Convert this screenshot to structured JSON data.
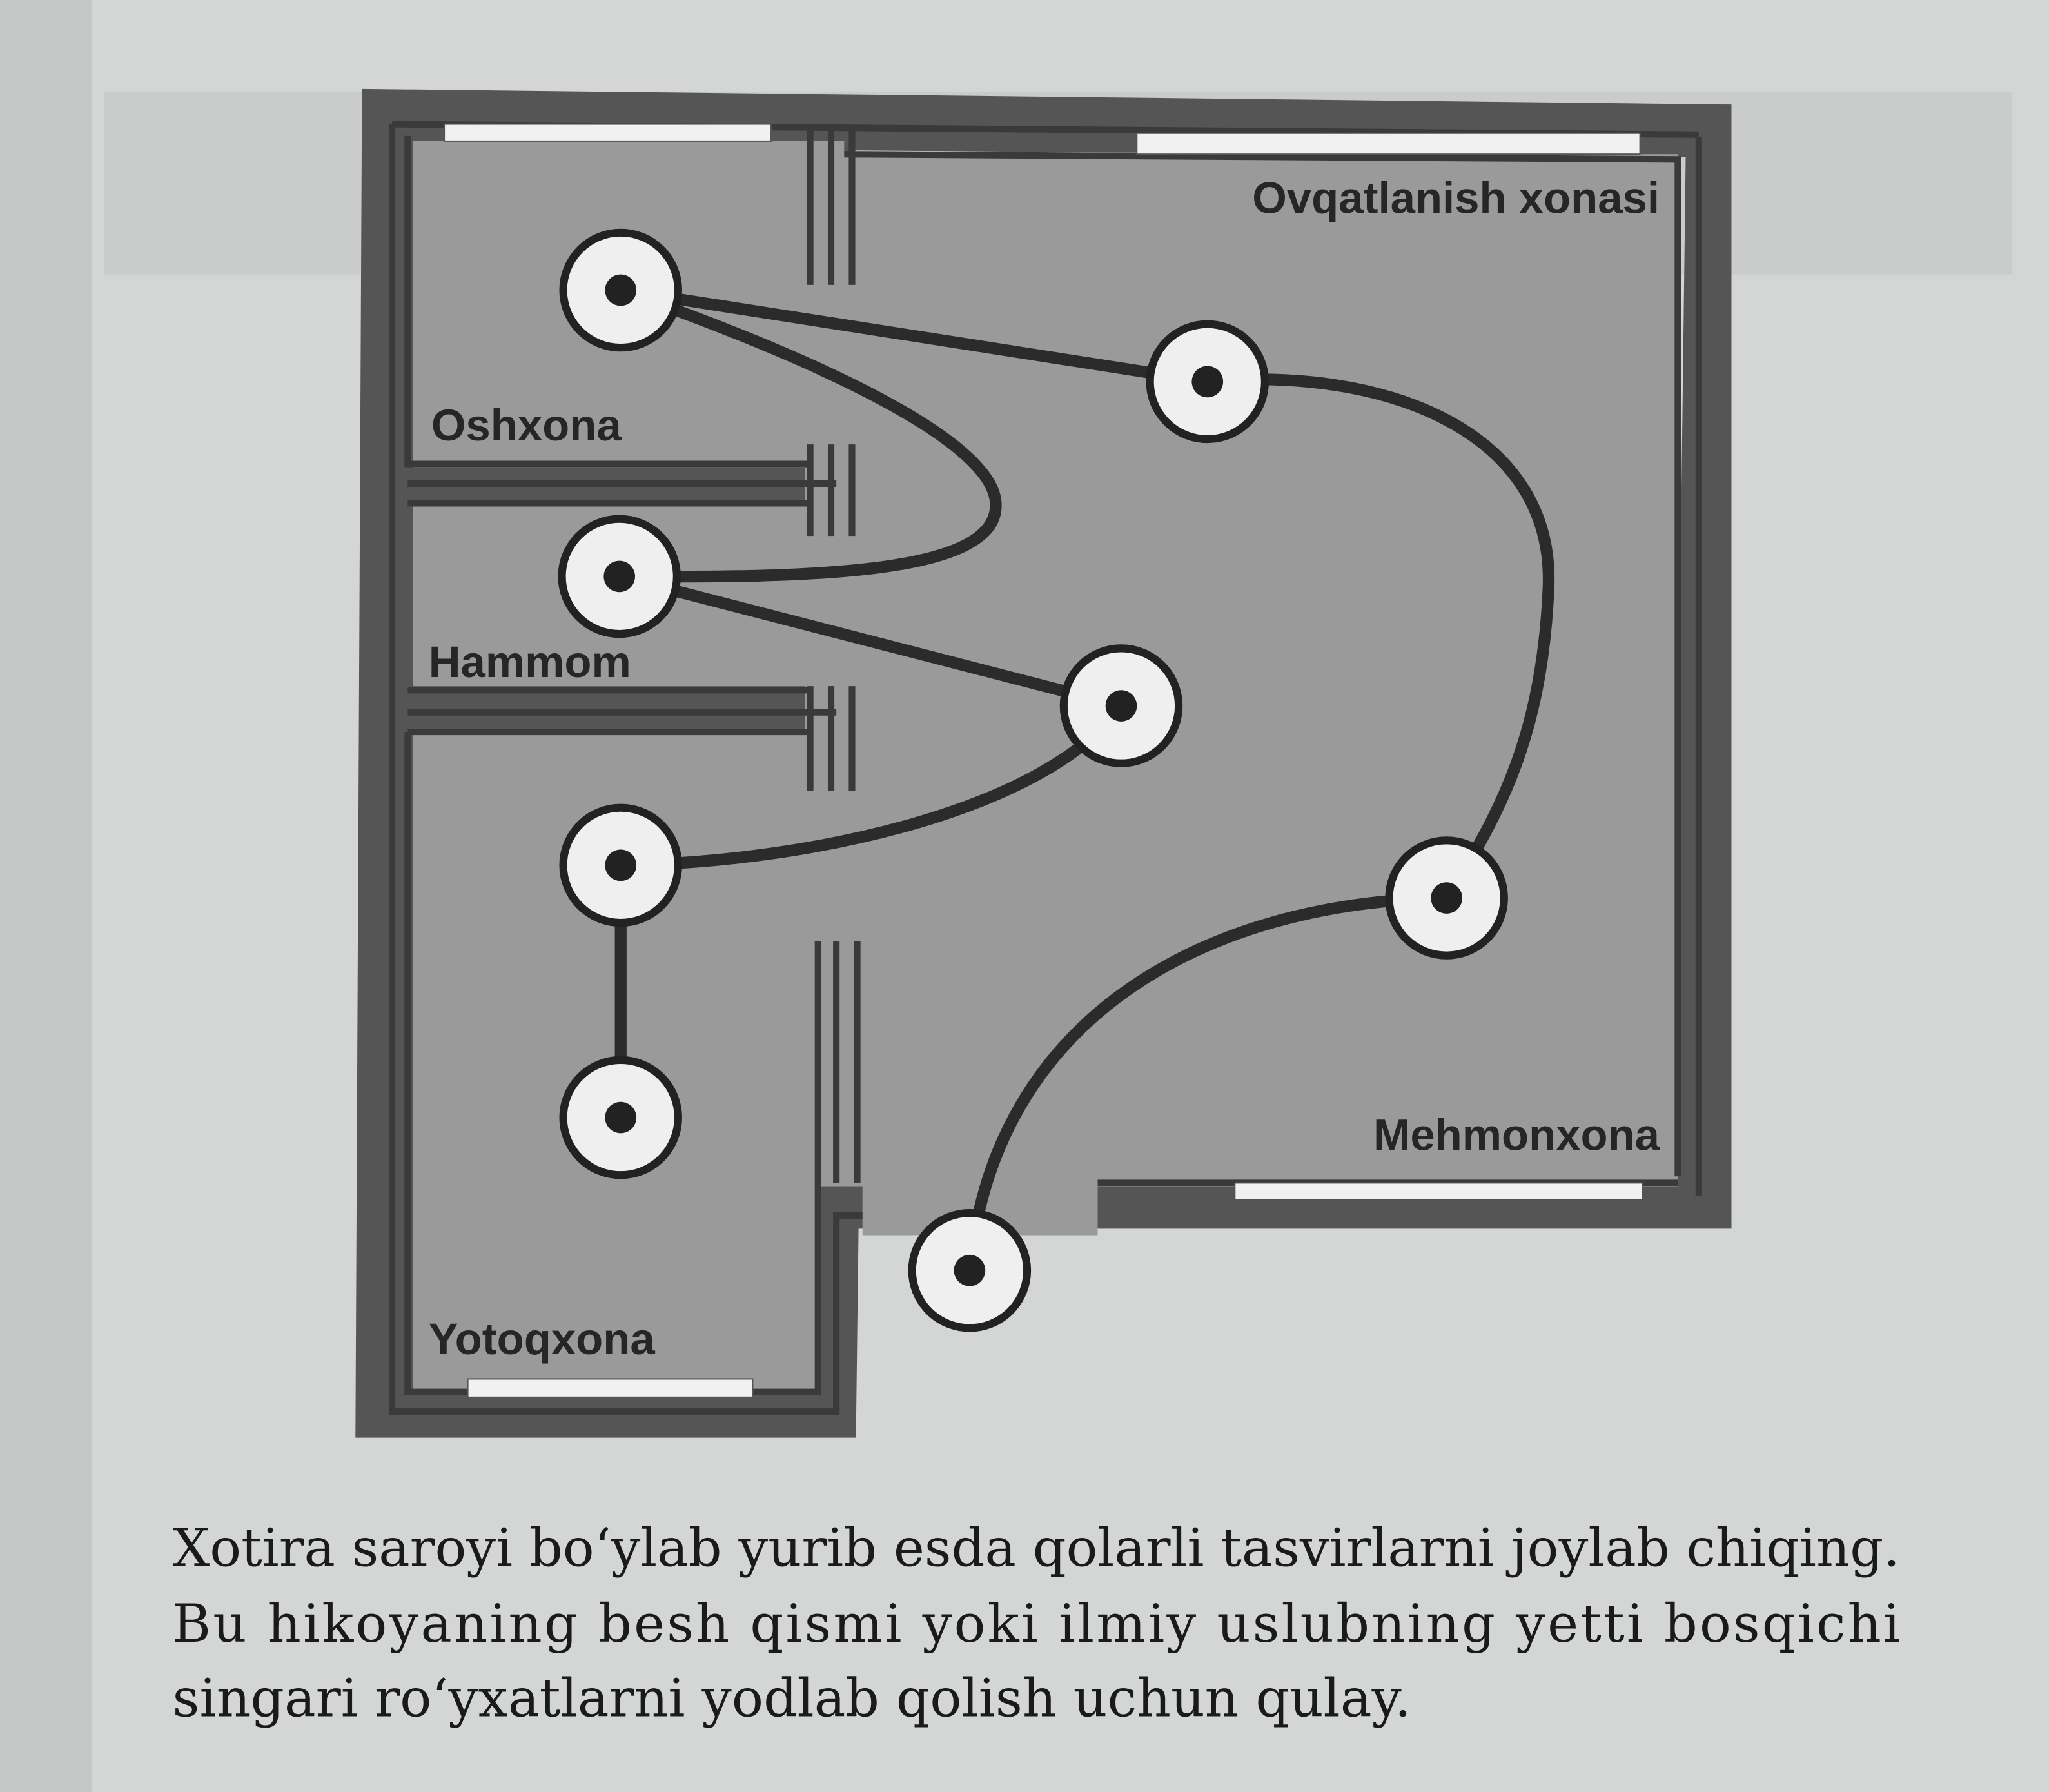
{
  "diagram": {
    "rooms": [
      {
        "name": "Oshxona"
      },
      {
        "name": "Ovqatlanish xonasi"
      },
      {
        "name": "Hammom"
      },
      {
        "name": "Yotoqxona"
      },
      {
        "name": "Mehmonxona"
      }
    ],
    "colors": {
      "page": "#d3d6d5",
      "building_outline": "#555555",
      "floor": "#9a9a9a",
      "node_fill": "#efefef",
      "line": "#2b2b2b"
    }
  },
  "caption": {
    "lines": [
      "Xotira saroyi bo‘ylab yurib esda qolarli tasvirlarni joylab chiqing.",
      "Bu hikoyaning besh qismi yoki ilmiy uslubning yetti bosqichi",
      "singari ro‘yxatlarni yodlab qolish uchun qulay."
    ]
  }
}
